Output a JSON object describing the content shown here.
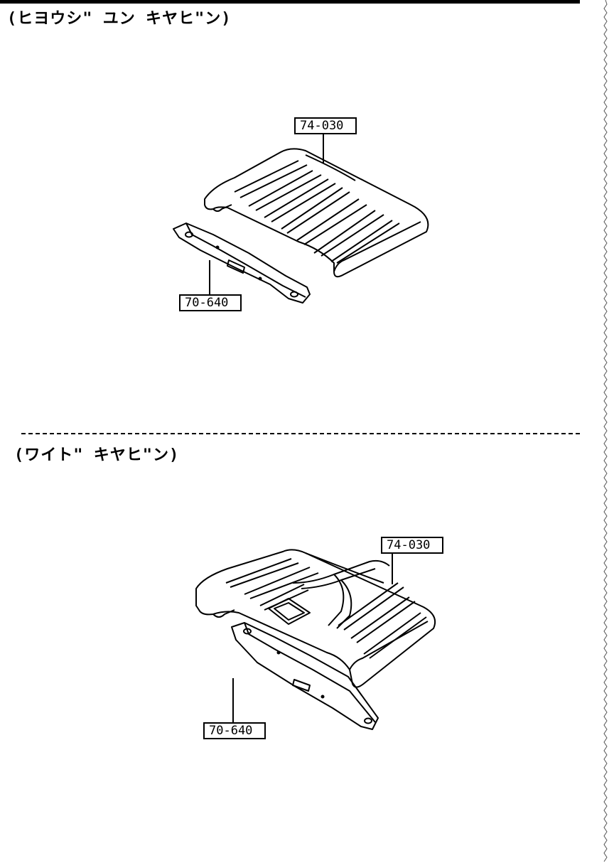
{
  "sections": {
    "standard": {
      "title": "(ヒヨウシ\" ユン キヤヒ\"ン)",
      "roof_part": "74-030",
      "rail_part": "70-640"
    },
    "wide": {
      "title": "(ワイト\" キヤヒ\"ン)",
      "roof_part": "74-030",
      "rail_part": "70-640"
    }
  },
  "colors": {
    "ink": "#000000",
    "paper": "#ffffff"
  }
}
